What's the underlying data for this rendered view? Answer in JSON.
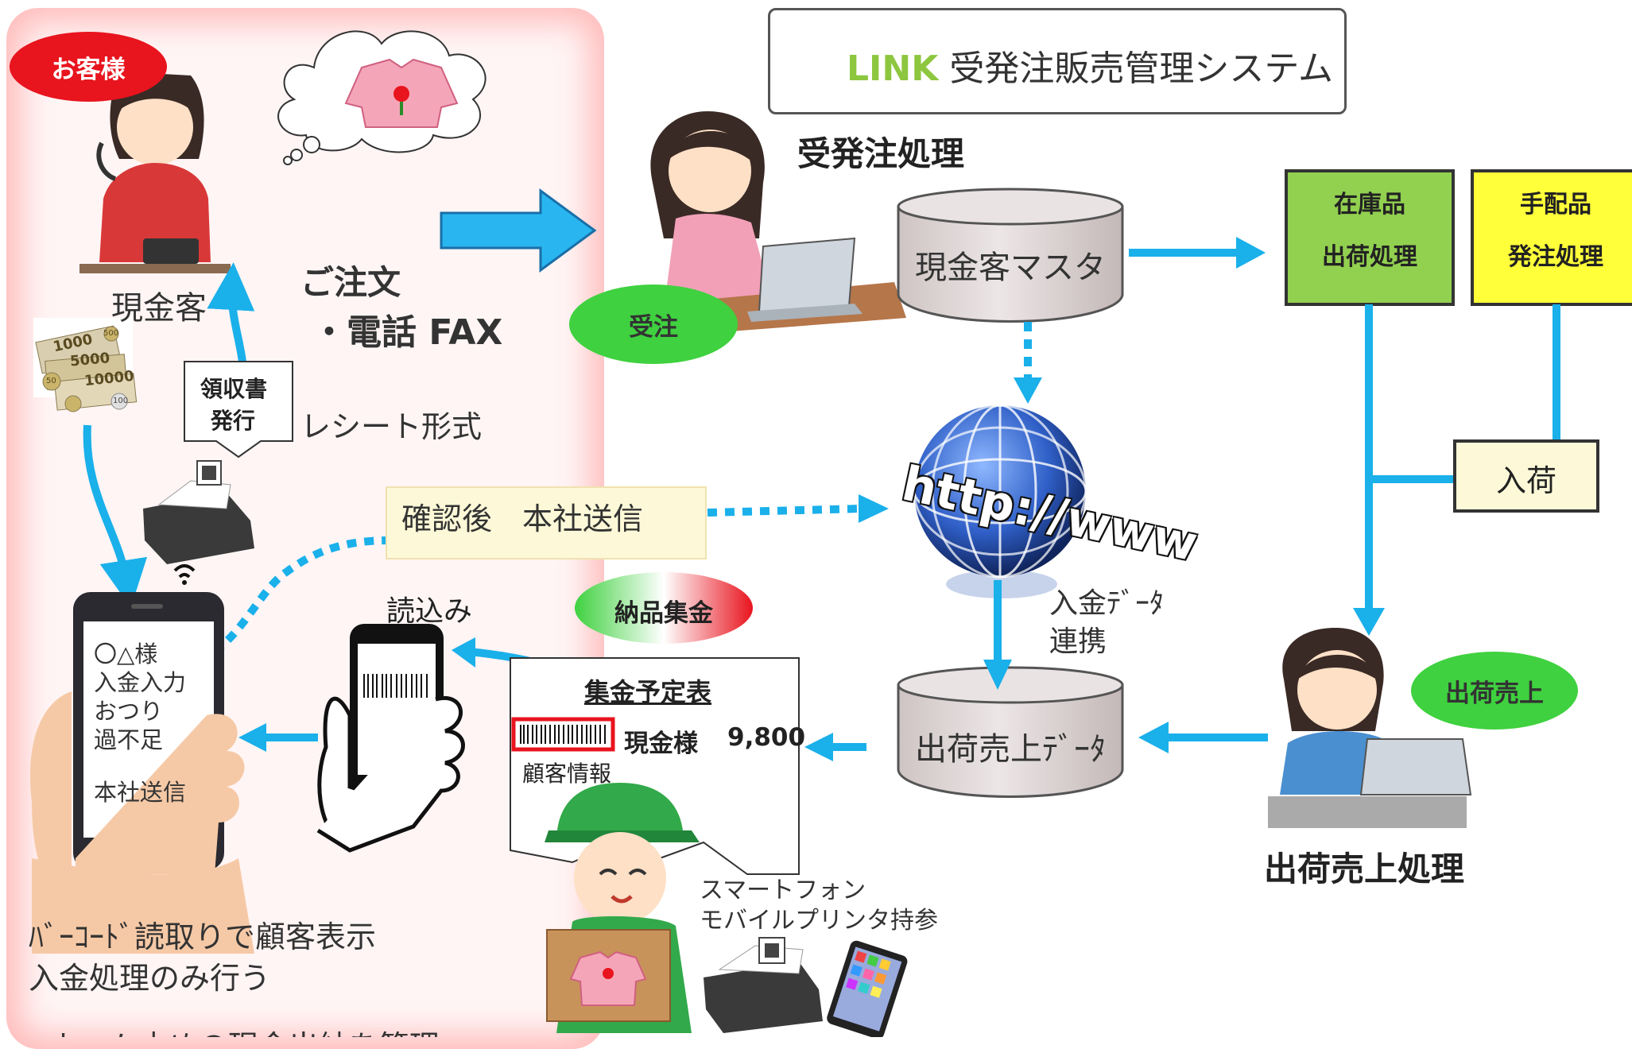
{
  "system": {
    "brand": "LINK",
    "title": "受発注販売管理システム",
    "brand_color": "#8dc63f"
  },
  "customer": {
    "badge": "お客様",
    "label": "現金客",
    "order_line1": "ご注文",
    "order_line2": "・電話 FAX"
  },
  "receipt": {
    "line1": "領収書",
    "line2": "発行",
    "format": "レシート形式"
  },
  "order_processing": {
    "title": "受発注処理",
    "badge": "受注"
  },
  "databases": {
    "master": "現金客マスタ",
    "sales": "出荷売上ﾃﾞｰﾀ"
  },
  "boxes": {
    "stock_line1": "在庫品",
    "stock_line2": "出荷処理",
    "order_line1": "手配品",
    "order_line2": "発注処理",
    "arrival": "入荷",
    "confirm": "確認後　本社送信"
  },
  "globe": {
    "text": "http://www"
  },
  "payment_link": {
    "line1": "入金ﾃﾞｰﾀ",
    "line2": "連携"
  },
  "shipping": {
    "badge": "出荷売上",
    "title": "出荷売上処理"
  },
  "collection": {
    "badge": "納品集金",
    "sheet_title": "集金予定表",
    "customer_name": "現金様",
    "amount": "9,800",
    "customer_info": "顧客情報",
    "read_label": "読込み"
  },
  "phone_screen": {
    "line1": "〇△様",
    "line2": "入金入力",
    "line3": "おつり",
    "line4": "過不足",
    "line5": "本社送信"
  },
  "delivery": {
    "line1": "スマートフォン",
    "line2": "モバイルプリンタ持参"
  },
  "footer": {
    "line1": "ﾊﾞｰｺｰﾄﾞ読取りで顧客表示",
    "line2": "入金処理のみ行う",
    "line3": "ホーム止めの現金出納を管理"
  },
  "money": {
    "notes": [
      "1000",
      "5000",
      "10000"
    ],
    "coins": [
      "500",
      "100",
      "50"
    ]
  },
  "colors": {
    "arrow": "#1ab0ea",
    "green_badge": "#3fd13f",
    "red_badge": "#e8141e",
    "stock_box": "#92d050",
    "order_box": "#ffff3a",
    "note_box": "#fdf9d8",
    "customer_panel": "#ffb3b3"
  }
}
